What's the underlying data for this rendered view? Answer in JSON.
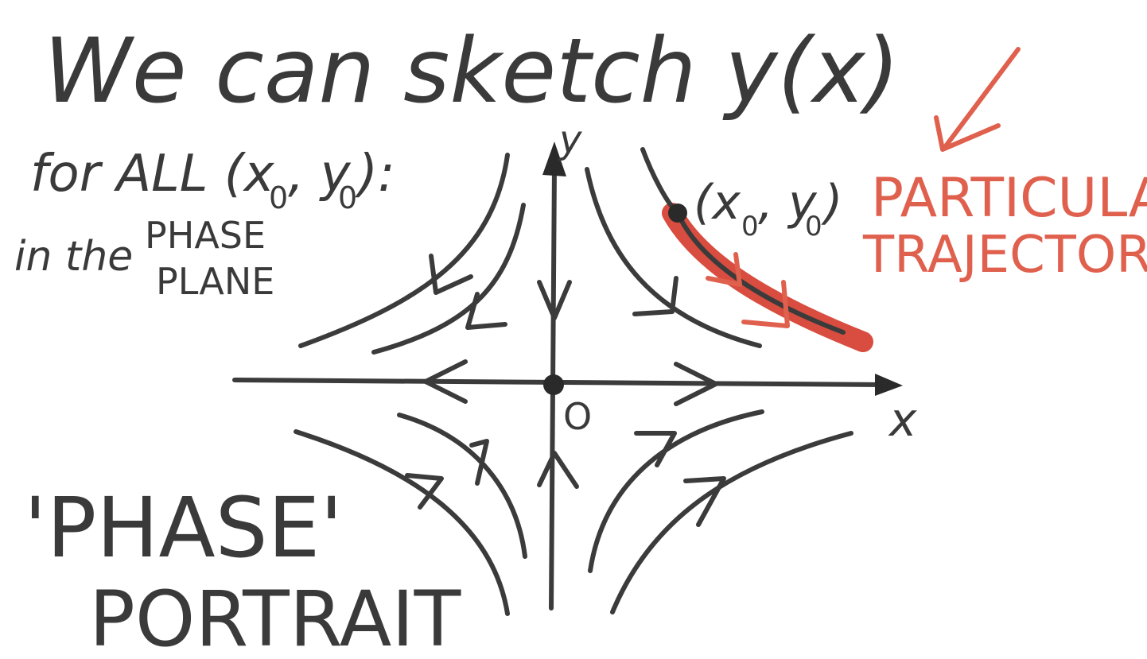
{
  "title": "We can sketch y(x)",
  "subtitle": {
    "line1": "for ALL (x",
    "sub1": "0",
    "mid": ", y",
    "sub2": "0",
    "end": "):",
    "line2_prefix": "in the",
    "line2_a": "PHASE",
    "line2_b": "PLANE"
  },
  "axes": {
    "x_label": "x",
    "y_label": "y",
    "origin_label": "O"
  },
  "point_label": {
    "open": "(x",
    "sub1": "0",
    "mid": ", y",
    "sub2": "0",
    "close": ")"
  },
  "red_annotation": {
    "line1": "PARTICULAR",
    "line2": "TRAJECTORY"
  },
  "caption": {
    "line1": "'PHASE'",
    "line2": "PORTRAIT"
  },
  "colors": {
    "ink": "#3b3b3b",
    "highlight": "#e0604e",
    "highlight_dark": "#d43a2a"
  }
}
